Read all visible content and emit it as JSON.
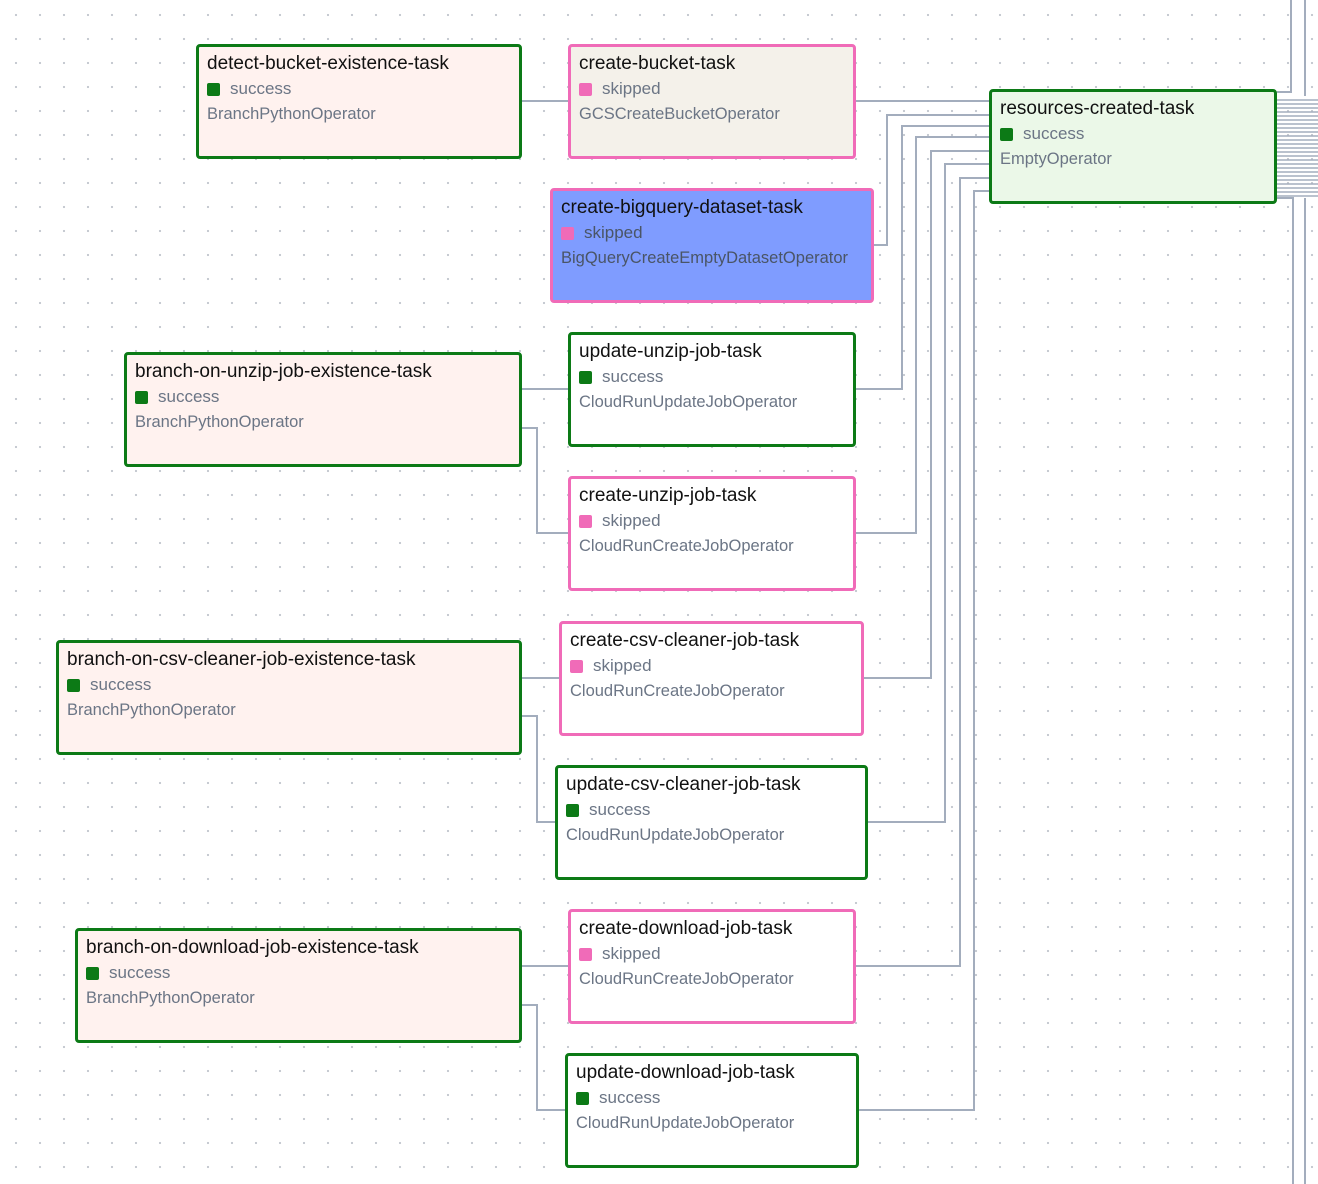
{
  "colors": {
    "success": "#0c7a16",
    "skipped": "#f06bb8",
    "edge": "#a3adbd",
    "selected_fill": "#7f9cff",
    "branch_fill": "#fff2ef",
    "skipped_fill": "#f4f1ea",
    "empty_fill": "#ebf8e8",
    "default_fill": "#ffffff"
  },
  "nodes": [
    {
      "id": "detect-bucket-existence-task",
      "name": "detect-bucket-existence-task",
      "status": "success",
      "operator": "BranchPythonOperator",
      "fill": "branch_fill",
      "selected": false
    },
    {
      "id": "create-bucket-task",
      "name": "create-bucket-task",
      "status": "skipped",
      "operator": "GCSCreateBucketOperator",
      "fill": "skipped_fill",
      "selected": false
    },
    {
      "id": "create-bigquery-dataset-task",
      "name": "create-bigquery-dataset-task",
      "status": "skipped",
      "operator": "BigQueryCreateEmptyDatasetOperator",
      "fill": "selected_fill",
      "selected": true
    },
    {
      "id": "resources-created-task",
      "name": "resources-created-task",
      "status": "success",
      "operator": "EmptyOperator",
      "fill": "empty_fill",
      "selected": false
    },
    {
      "id": "branch-on-unzip-job-existence-task",
      "name": "branch-on-unzip-job-existence-task",
      "status": "success",
      "operator": "BranchPythonOperator",
      "fill": "branch_fill",
      "selected": false
    },
    {
      "id": "update-unzip-job-task",
      "name": "update-unzip-job-task",
      "status": "success",
      "operator": "CloudRunUpdateJobOperator",
      "fill": "default_fill",
      "selected": false
    },
    {
      "id": "create-unzip-job-task",
      "name": "create-unzip-job-task",
      "status": "skipped",
      "operator": "CloudRunCreateJobOperator",
      "fill": "default_fill",
      "selected": false
    },
    {
      "id": "branch-on-csv-cleaner-job-existence-task",
      "name": "branch-on-csv-cleaner-job-existence-task",
      "status": "success",
      "operator": "BranchPythonOperator",
      "fill": "branch_fill",
      "selected": false
    },
    {
      "id": "create-csv-cleaner-job-task",
      "name": "create-csv-cleaner-job-task",
      "status": "skipped",
      "operator": "CloudRunCreateJobOperator",
      "fill": "default_fill",
      "selected": false
    },
    {
      "id": "update-csv-cleaner-job-task",
      "name": "update-csv-cleaner-job-task",
      "status": "success",
      "operator": "CloudRunUpdateJobOperator",
      "fill": "default_fill",
      "selected": false
    },
    {
      "id": "branch-on-download-job-existence-task",
      "name": "branch-on-download-job-existence-task",
      "status": "success",
      "operator": "BranchPythonOperator",
      "fill": "branch_fill",
      "selected": false
    },
    {
      "id": "create-download-job-task",
      "name": "create-download-job-task",
      "status": "skipped",
      "operator": "CloudRunCreateJobOperator",
      "fill": "default_fill",
      "selected": false
    },
    {
      "id": "update-download-job-task",
      "name": "update-download-job-task",
      "status": "success",
      "operator": "CloudRunUpdateJobOperator",
      "fill": "default_fill",
      "selected": false
    }
  ],
  "edges": [
    {
      "from": "detect-bucket-existence-task",
      "to": "create-bucket-task"
    },
    {
      "from": "create-bucket-task",
      "to": "resources-created-task"
    },
    {
      "from": "create-bigquery-dataset-task",
      "to": "resources-created-task"
    },
    {
      "from": "branch-on-unzip-job-existence-task",
      "to": "update-unzip-job-task"
    },
    {
      "from": "branch-on-unzip-job-existence-task",
      "to": "create-unzip-job-task"
    },
    {
      "from": "update-unzip-job-task",
      "to": "resources-created-task"
    },
    {
      "from": "create-unzip-job-task",
      "to": "resources-created-task"
    },
    {
      "from": "branch-on-csv-cleaner-job-existence-task",
      "to": "create-csv-cleaner-job-task"
    },
    {
      "from": "branch-on-csv-cleaner-job-existence-task",
      "to": "update-csv-cleaner-job-task"
    },
    {
      "from": "create-csv-cleaner-job-task",
      "to": "resources-created-task"
    },
    {
      "from": "update-csv-cleaner-job-task",
      "to": "resources-created-task"
    },
    {
      "from": "branch-on-download-job-existence-task",
      "to": "create-download-job-task"
    },
    {
      "from": "branch-on-download-job-existence-task",
      "to": "update-download-job-task"
    },
    {
      "from": "create-download-job-task",
      "to": "resources-created-task"
    },
    {
      "from": "update-download-job-task",
      "to": "resources-created-task"
    }
  ]
}
